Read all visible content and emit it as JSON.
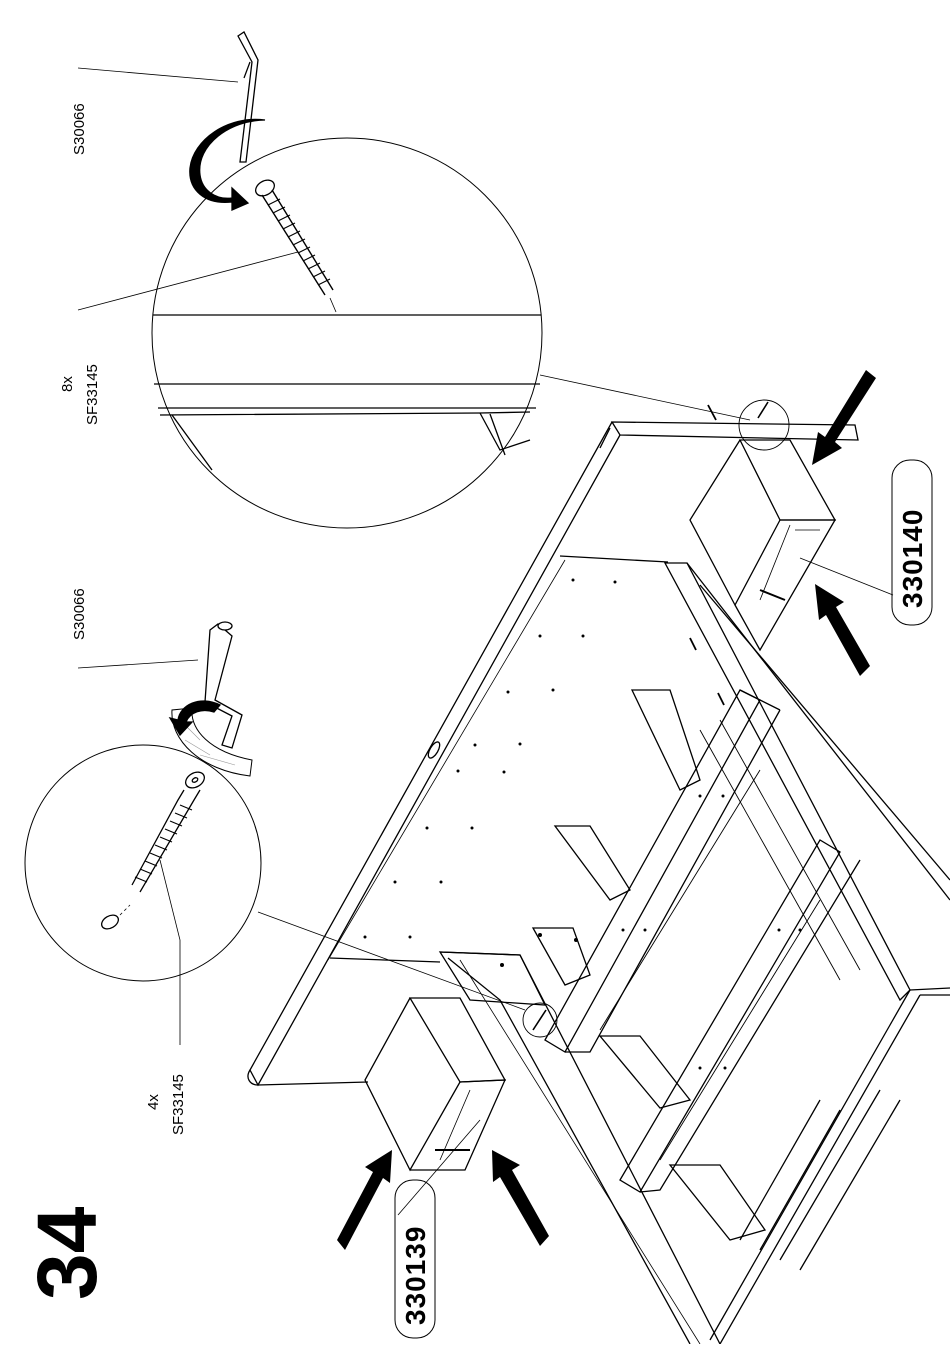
{
  "step": {
    "number": "34"
  },
  "callouts": {
    "wrench_top": "S30066",
    "screw_top_qty": "8x",
    "screw_top_code": "SF33145",
    "wrench_mid": "S30066",
    "screw_left_qty": "4x",
    "screw_left_code": "SF33145"
  },
  "parts": {
    "part_right": "330140",
    "part_left": "330139"
  }
}
